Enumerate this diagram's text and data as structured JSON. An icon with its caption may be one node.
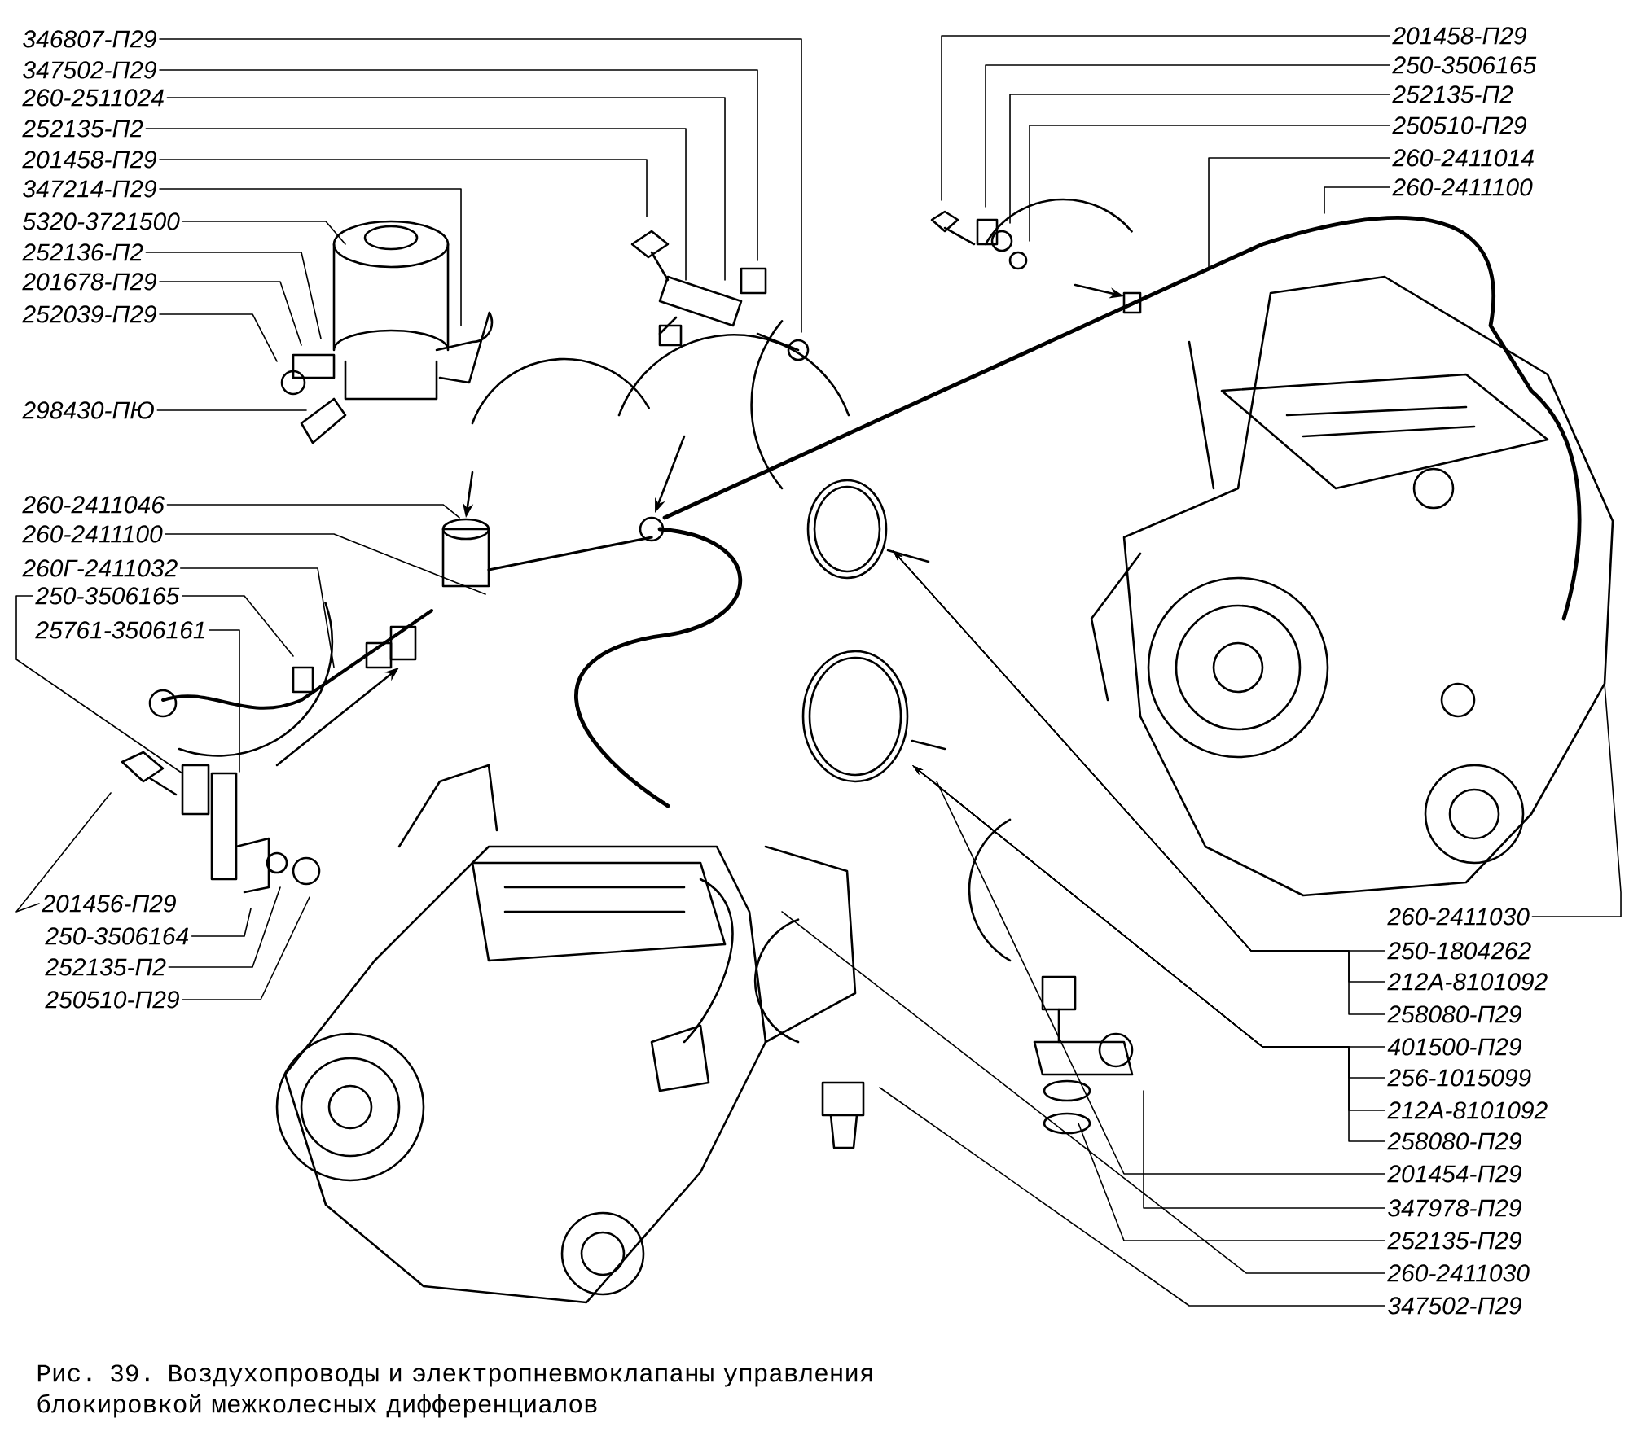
{
  "diagram": {
    "caption": "Рис. 39. Воздухопроводы и электропневмоклапаны управления блокировкой межколесных дифференциалов",
    "nodes": [
      {
        "text": [
          "346807-П29"
        ]
      },
      {
        "text": [
          "347502-П29"
        ]
      },
      {
        "text": [
          "260-2511024"
        ]
      },
      {
        "text": [
          "252135-П2"
        ]
      },
      {
        "text": [
          "201458-П29"
        ]
      },
      {
        "text": [
          "347214-П29"
        ]
      },
      {
        "text": [
          "5320-3721500"
        ]
      },
      {
        "text": [
          "252136-П2"
        ]
      },
      {
        "text": [
          "201678-П29"
        ]
      },
      {
        "text": [
          "252039-П29"
        ]
      },
      {
        "text": [
          "298430-ПЮ"
        ]
      },
      {
        "text": [
          "260-2411046"
        ]
      },
      {
        "text": [
          "260-2411100"
        ]
      },
      {
        "text": [
          "260Г-2411032"
        ]
      },
      {
        "text": [
          "250-3506165"
        ]
      },
      {
        "text": [
          "25761-3506161"
        ]
      },
      {
        "text": [
          "201456-П29"
        ]
      },
      {
        "text": [
          "250-3506164"
        ]
      },
      {
        "text": [
          "252135-П2"
        ]
      },
      {
        "text": [
          "250510-П29"
        ]
      },
      {
        "text": [
          "201458-П29"
        ]
      },
      {
        "text": [
          "250-3506165"
        ]
      },
      {
        "text": [
          "252135-П2"
        ]
      },
      {
        "text": [
          "250510-П29"
        ]
      },
      {
        "text": [
          "260-2411014"
        ]
      },
      {
        "text": [
          "260-2411100"
        ]
      },
      {
        "text": [
          "260-2411030"
        ]
      },
      {
        "text": [
          "250-1804262"
        ]
      },
      {
        "text": [
          "212А-8101092"
        ]
      },
      {
        "text": [
          "258080-П29"
        ]
      },
      {
        "text": [
          "401500-П29"
        ]
      },
      {
        "text": [
          "256-1015099"
        ]
      },
      {
        "text": [
          "212А-8101092"
        ]
      },
      {
        "text": [
          "258080-П29"
        ]
      },
      {
        "text": [
          "201454-П29"
        ]
      },
      {
        "text": [
          "347978-П29"
        ]
      },
      {
        "text": [
          "252135-П29"
        ]
      },
      {
        "text": [
          "260-2411030"
        ]
      },
      {
        "text": [
          "347502-П29"
        ]
      }
    ],
    "edges": [
      {
        "from": 0,
        "to": null,
        "arrow": "none"
      },
      {
        "from": 1,
        "to": null,
        "arrow": "none"
      },
      {
        "from": 2,
        "to": null,
        "arrow": "none"
      },
      {
        "from": 3,
        "to": null,
        "arrow": "none"
      },
      {
        "from": 4,
        "to": null,
        "arrow": "none"
      },
      {
        "from": 5,
        "to": null,
        "arrow": "none"
      },
      {
        "from": 6,
        "to": null,
        "arrow": "none"
      },
      {
        "from": 7,
        "to": null,
        "arrow": "none"
      },
      {
        "from": 8,
        "to": null,
        "arrow": "none"
      },
      {
        "from": 9,
        "to": null,
        "arrow": "none"
      },
      {
        "from": 10,
        "to": null,
        "arrow": "none"
      },
      {
        "from": 11,
        "to": null,
        "arrow": "none"
      },
      {
        "from": 12,
        "to": null,
        "arrow": "none"
      },
      {
        "from": 13,
        "to": null,
        "arrow": "none"
      },
      {
        "from": 14,
        "to": null,
        "arrow": "none"
      },
      {
        "from": 14,
        "to": null,
        "arrow": "none"
      },
      {
        "from": 15,
        "to": null,
        "arrow": "none"
      },
      {
        "from": 16,
        "to": null,
        "arrow": "none"
      },
      {
        "from": 17,
        "to": null,
        "arrow": "none"
      },
      {
        "from": 18,
        "to": null,
        "arrow": "none"
      },
      {
        "from": 19,
        "to": null,
        "arrow": "none"
      },
      {
        "from": 20,
        "to": null,
        "arrow": "none"
      },
      {
        "from": 21,
        "to": null,
        "arrow": "none"
      },
      {
        "from": 22,
        "to": null,
        "arrow": "none"
      },
      {
        "from": 23,
        "to": null,
        "arrow": "none"
      },
      {
        "from": 24,
        "to": null,
        "arrow": "none"
      },
      {
        "from": 25,
        "to": null,
        "arrow": "none"
      },
      {
        "from": 26,
        "to": null,
        "arrow": "none"
      },
      {
        "from": 27,
        "to": null,
        "arrow": "to"
      },
      {
        "from": 28,
        "to": null,
        "arrow": "to"
      },
      {
        "from": 29,
        "to": null,
        "arrow": "to"
      },
      {
        "from": 30,
        "to": null,
        "arrow": "to"
      },
      {
        "from": 31,
        "to": null,
        "arrow": "to"
      },
      {
        "from": 32,
        "to": null,
        "arrow": "to"
      },
      {
        "from": 33,
        "to": null,
        "arrow": "to"
      },
      {
        "from": 34,
        "to": null,
        "arrow": "none"
      },
      {
        "from": 35,
        "to": null,
        "arrow": "none"
      },
      {
        "from": 36,
        "to": null,
        "arrow": "none"
      },
      {
        "from": 37,
        "to": null,
        "arrow": "none"
      },
      {
        "from": 38,
        "to": null,
        "arrow": "none"
      }
    ]
  }
}
